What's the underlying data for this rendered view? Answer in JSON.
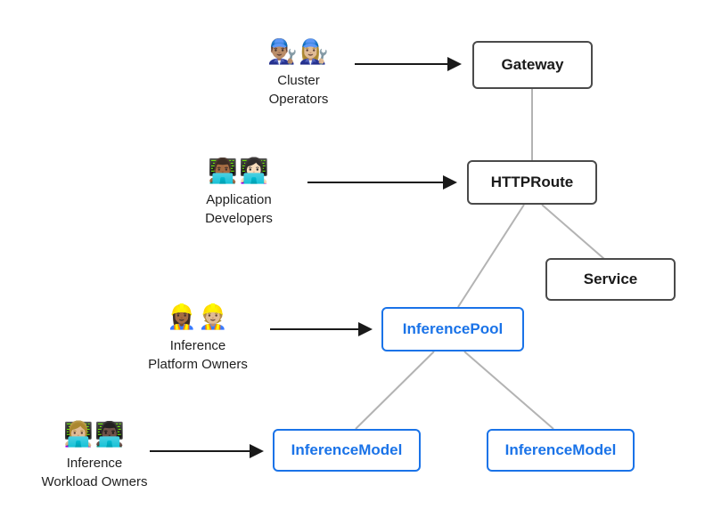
{
  "colors": {
    "node_border_dark": "#4a4a4a",
    "node_text_dark": "#1a1a1a",
    "node_border_blue": "#1a73e8",
    "node_text_blue": "#1a73e8",
    "edge_gray": "#b3b3b3",
    "arrow_black": "#1a1a1a",
    "background": "#ffffff"
  },
  "nodes": {
    "gateway": {
      "label": "Gateway"
    },
    "httproute": {
      "label": "HTTPRoute"
    },
    "service": {
      "label": "Service"
    },
    "inferencepool": {
      "label": "InferencePool"
    },
    "inferencemodel_left": {
      "label": "InferenceModel"
    },
    "inferencemodel_right": {
      "label": "InferenceModel"
    }
  },
  "personas": {
    "cluster_operators": {
      "emoji": "👨🏽‍🔧👩🏼‍🔧",
      "label": "Cluster\nOperators"
    },
    "application_developers": {
      "emoji": "👨🏾‍💻👩🏻‍💻",
      "label": "Application\nDevelopers"
    },
    "inference_platform_owners": {
      "emoji": "👷🏾‍♀️👷🏼",
      "label": "Inference\nPlatform Owners"
    },
    "inference_workload_owners": {
      "emoji": "👩🏼‍💻👨🏿‍💻",
      "label": "Inference\nWorkload Owners"
    }
  }
}
